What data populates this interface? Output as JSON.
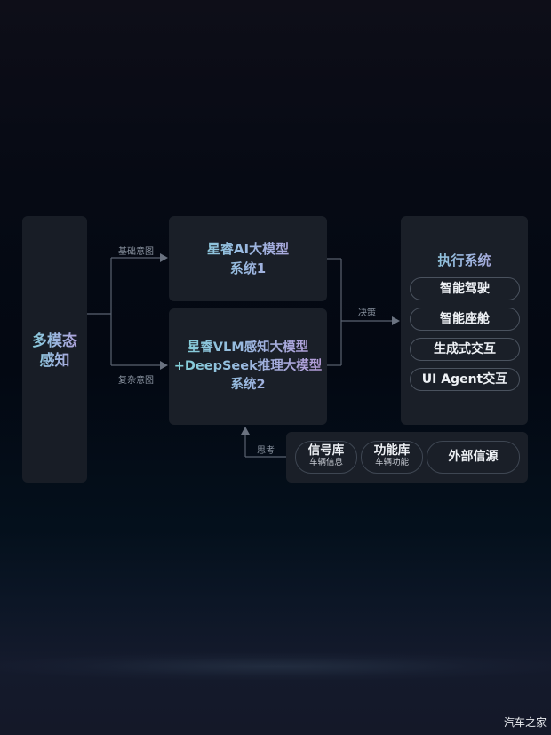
{
  "diagram": {
    "perception": {
      "label_line1": "多模态",
      "label_line2": "感知"
    },
    "edges": {
      "basic_intent": "基础意图",
      "complex_intent": "复杂意图",
      "decision": "决策",
      "thinking": "思考"
    },
    "system1": {
      "line1": "星睿AI大模型",
      "line2": "系统1"
    },
    "system2": {
      "line1": "星睿VLM感知大模型",
      "line2": "+DeepSeek推理大模型",
      "line3": "系统2"
    },
    "execution": {
      "title": "执行系统",
      "items": [
        {
          "label": "智能驾驶"
        },
        {
          "label": "智能座舱"
        },
        {
          "label": "生成式交互"
        },
        {
          "label": "UI Agent交互"
        }
      ]
    },
    "sources": [
      {
        "label": "信号库",
        "sub": "车辆信息"
      },
      {
        "label": "功能库",
        "sub": "车辆功能"
      },
      {
        "label": "外部信源"
      }
    ]
  },
  "colors": {
    "panel": "#1a1f28",
    "line": "#5a6270",
    "gradient_start": "#7fd3d8",
    "gradient_end": "#b79ad8"
  },
  "watermark": "汽车之家"
}
